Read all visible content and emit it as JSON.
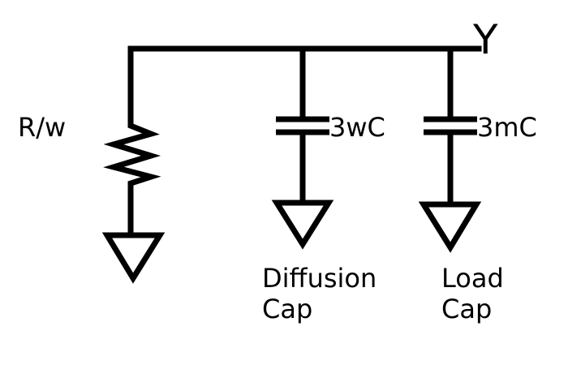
{
  "diagram": {
    "output_node": {
      "label": "Y"
    },
    "resistor": {
      "label": "R/w"
    },
    "diffusion_cap": {
      "value_label": "3wC",
      "caption_line1": "Diffusion",
      "caption_line2": "Cap"
    },
    "load_cap": {
      "value_label": "3mC",
      "caption_line1": "Load",
      "caption_line2": "Cap"
    }
  },
  "colors": {
    "stroke": "#000000",
    "background": "#ffffff"
  }
}
